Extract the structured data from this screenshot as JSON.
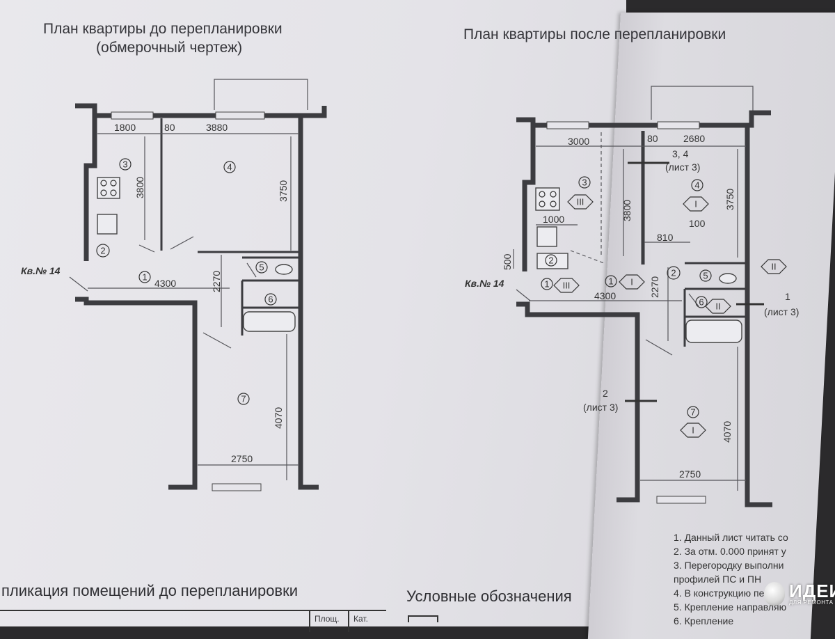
{
  "titles": {
    "before_line1": "План квартиры до перепланировки",
    "before_line2": "(обмерочный чертеж)",
    "after": "План квартиры после перепланировки"
  },
  "plan_before": {
    "apartment_label": "Кв.№ 14",
    "dims": {
      "d1800": "1800",
      "d80": "80",
      "d3880": "3880",
      "d3800": "3800",
      "d3750": "3750",
      "d4300": "4300",
      "d2270": "2270",
      "d4070": "4070",
      "d2750": "2750"
    },
    "rooms": [
      "1",
      "2",
      "3",
      "4",
      "5",
      "6",
      "7"
    ]
  },
  "plan_after": {
    "apartment_label": "Кв.№ 14",
    "dims": {
      "d3000": "3000",
      "d80": "80",
      "d2680": "2680",
      "d3800": "3800",
      "d3750": "3750",
      "d1000": "1000",
      "d100": "100",
      "d810": "810",
      "d500": "500",
      "d4300": "4300",
      "d2270": "2270",
      "d4070": "4070",
      "d2750": "2750"
    },
    "section_34": "3, 4",
    "section_1": "1",
    "section_2": "2",
    "sheet_ref": "(лист 3)",
    "rooms": [
      "1",
      "2",
      "3",
      "4",
      "5",
      "6",
      "7"
    ],
    "marks": {
      "I": "I",
      "II": "II",
      "III": "III"
    }
  },
  "notes": [
    "1.  Данный лист читать со",
    "2.  За отм. 0.000 принят у",
    "3.  Перегородку выполни",
    "     профилей ПС и ПН",
    "4.  В конструкцию пер",
    "5.  Крепление направляю",
    "6.  Крепление"
  ],
  "sections": {
    "explication": "пликация помещений до перепланировки",
    "legend": "Условные обозначения"
  },
  "table_headers": {
    "area": "Площ.",
    "cat": "Кат."
  },
  "watermark": {
    "main": "ИДЕИ",
    "sub": "ДЛЯ РЕМОНТА"
  }
}
